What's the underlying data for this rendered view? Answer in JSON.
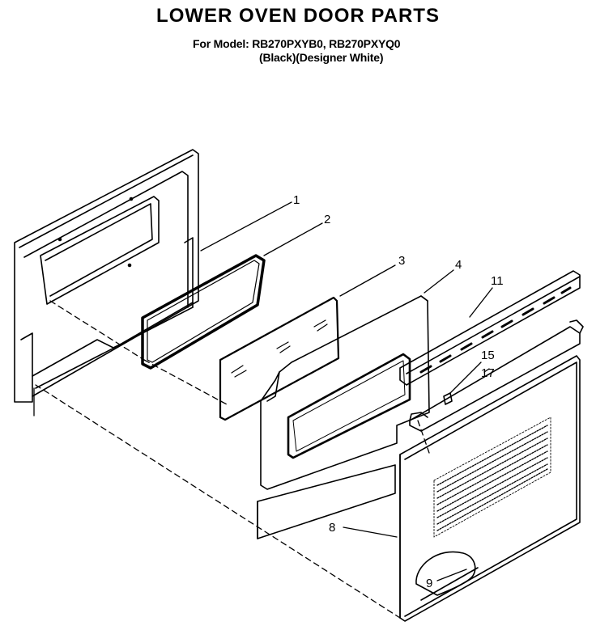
{
  "header": {
    "title": "LOWER OVEN DOOR PARTS",
    "model_line": "For Model: RB270PXYB0, RB270PXYQ0",
    "color_line": "(Black)(Designer White)"
  },
  "callouts": [
    "1",
    "2",
    "3",
    "4",
    "11",
    "15",
    "17",
    "8",
    "9"
  ]
}
